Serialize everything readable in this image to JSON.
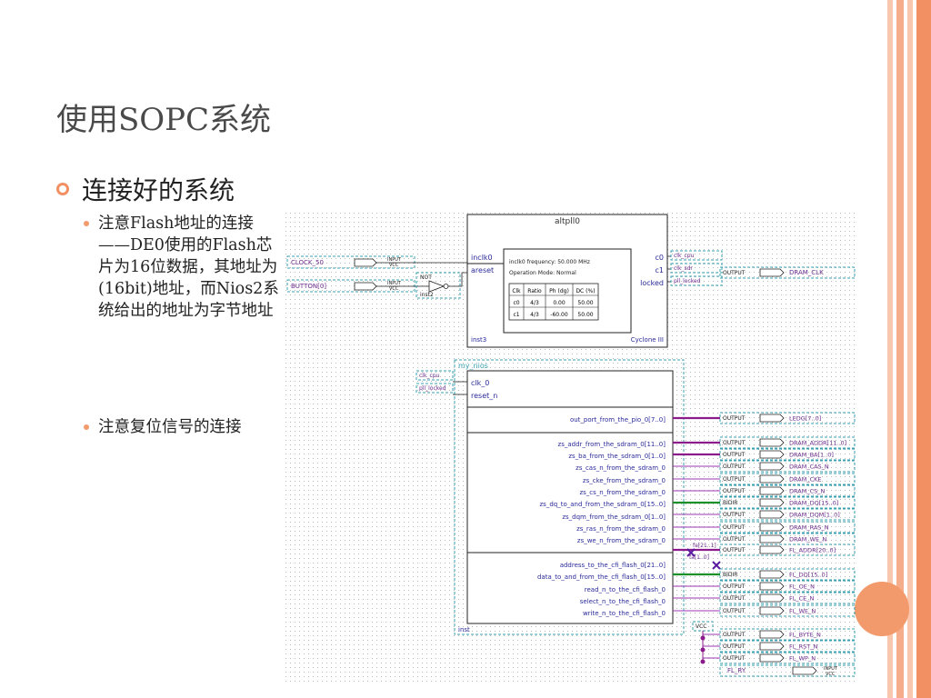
{
  "slide": {
    "title": "使用SOPC系统",
    "bullet": "连接好的系统",
    "subbullets": [
      "注意Flash地址的连接——DE0使用的Flash芯片为16位数据，其地址为(16bit)地址，而Nios2系统给出的地址为字节地址",
      "注意复位信号的连接"
    ]
  },
  "diagram": {
    "pll": {
      "title": "altpll0",
      "in0": "inclk0",
      "in1": "areset",
      "out0": "c0",
      "out1": "c1",
      "out2": "locked",
      "info1": "inclk0 frequency: 50.000 MHz",
      "info2": "Operation Mode: Normal",
      "inst": "inst3",
      "family": "Cyclone III",
      "table_headers": [
        "Clk",
        "Ratio",
        "Ph (dg)",
        "DC (%)"
      ],
      "table_rows": [
        [
          "c0",
          "4/3",
          "0.00",
          "50.00"
        ],
        [
          "c1",
          "4/3",
          "-60.00",
          "50.00"
        ]
      ]
    },
    "inputs": [
      {
        "name": "CLOCK_50",
        "type": "INPUT",
        "vcc": "VCC"
      },
      {
        "name": "BUTTON[0]",
        "type": "INPUT",
        "vcc": "VCC"
      }
    ],
    "not_gate": {
      "label": "NOT",
      "inst": "inst2"
    },
    "pll_nets": [
      "clk_cpu",
      "clk_sdr",
      "pll_locked"
    ],
    "dram_clk": {
      "type": "OUTPUT",
      "name": "DRAM_CLK"
    },
    "nios": {
      "title": "my_nios",
      "clk": "clk_0",
      "reset": "reset_n",
      "in_nets": [
        "clk_cpu",
        "pll_locked"
      ],
      "pio": "out_port_from_the_pio_0[7..0]",
      "sdram": [
        "zs_addr_from_the_sdram_0[11..0]",
        "zs_ba_from_the_sdram_0[1..0]",
        "zs_cas_n_from_the_sdram_0",
        "zs_cke_from_the_sdram_0",
        "zs_cs_n_from_the_sdram_0",
        "zs_dq_to_and_from_the_sdram_0[15..0]",
        "zs_dqm_from_the_sdram_0[1..0]",
        "zs_ras_n_from_the_sdram_0",
        "zs_we_n_from_the_sdram_0"
      ],
      "flash": [
        "address_to_the_cfi_flash_0[21..0]",
        "data_to_and_from_the_cfi_flash_0[15..0]",
        "read_n_to_the_cfi_flash_0",
        "select_n_to_the_cfi_flash_0",
        "write_n_to_the_cfi_flash_0"
      ],
      "inst": "inst"
    },
    "outputs": [
      {
        "type": "OUTPUT",
        "name": "LEDG[7..0]"
      },
      {
        "type": "OUTPUT",
        "name": "DRAM_ADDR[11..0]"
      },
      {
        "type": "OUTPUT",
        "name": "DRAM_BA[1..0]"
      },
      {
        "type": "OUTPUT",
        "name": "DRAM_CAS_N"
      },
      {
        "type": "OUTPUT",
        "name": "DRAM_CKE"
      },
      {
        "type": "OUTPUT",
        "name": "DRAM_CS_N"
      },
      {
        "type": "BIDIR",
        "name": "DRAM_DQ[15..0]"
      },
      {
        "type": "OUTPUT",
        "name": "DRAM_DQM[1..0]"
      },
      {
        "type": "OUTPUT",
        "name": "DRAM_RAS_N"
      },
      {
        "type": "OUTPUT",
        "name": "DRAM_WE_N"
      },
      {
        "type": "OUTPUT",
        "name": "FL_ADDR[20..0]"
      },
      {
        "type": "BIDIR",
        "name": "FL_DQ[15..0]"
      },
      {
        "type": "OUTPUT",
        "name": "FL_OE_N"
      },
      {
        "type": "OUTPUT",
        "name": "FL_CE_N"
      },
      {
        "type": "OUTPUT",
        "name": "FL_WE_N"
      },
      {
        "type": "OUTPUT",
        "name": "FL_BYTE_N"
      },
      {
        "type": "OUTPUT",
        "name": "FL_RST_N"
      },
      {
        "type": "OUTPUT",
        "name": "FL_WP_N"
      }
    ],
    "addr_split": [
      "fa[21..1]",
      "fa[1..0]"
    ],
    "vcc_label": "VCC",
    "fl_ry": {
      "name": "FL_RY",
      "type": "INPUT",
      "vcc": "VCC"
    },
    "colors": {
      "bus": "#8b1a8b",
      "net": "#9b3ab0",
      "green": "#1a8f2a",
      "box": "#3aa0b0",
      "dot": "#b0b0b0"
    }
  }
}
